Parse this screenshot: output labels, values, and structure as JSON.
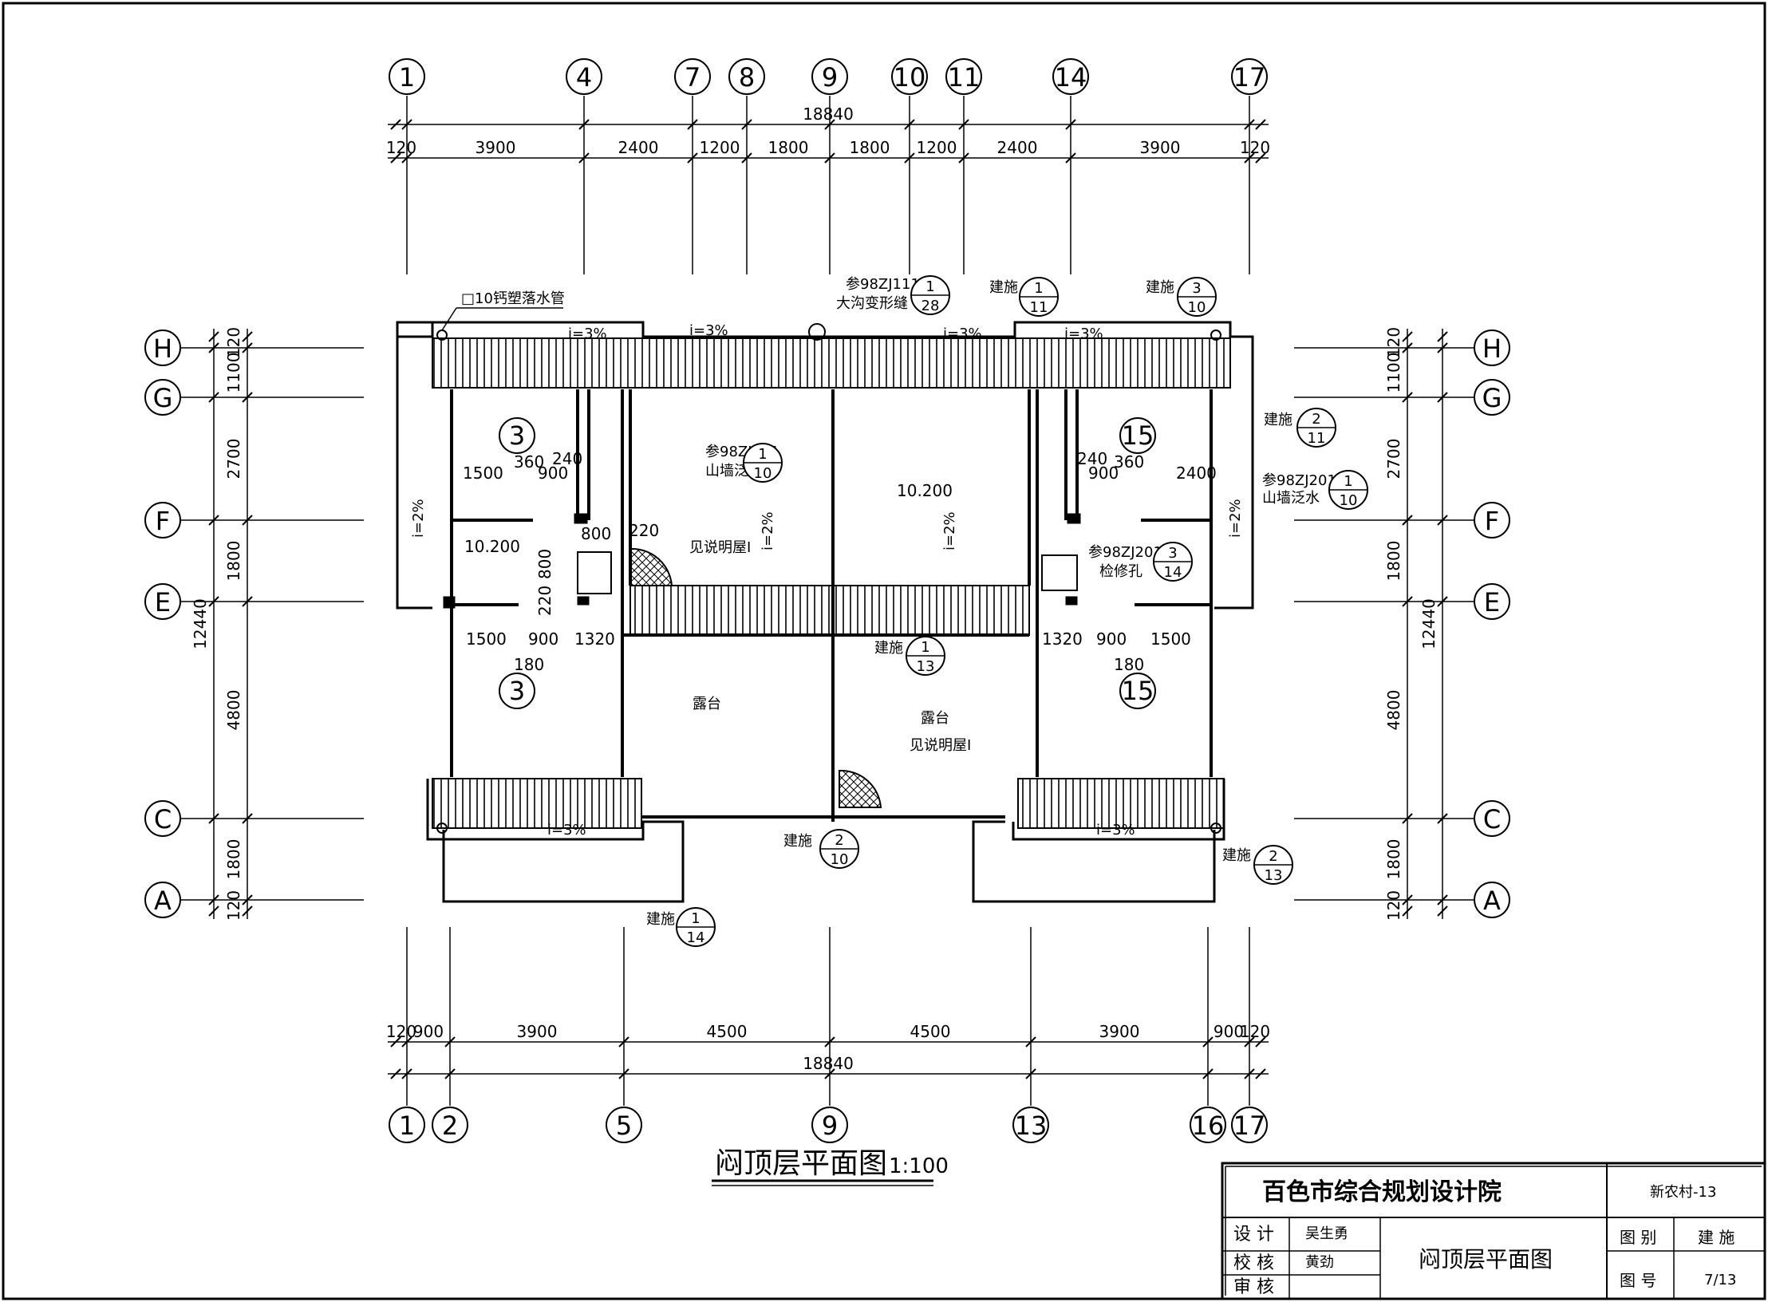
{
  "axes_top": [
    "1",
    "4",
    "7",
    "8",
    "9",
    "10",
    "11",
    "14",
    "17"
  ],
  "axes_bottom": [
    "1",
    "2",
    "5",
    "9",
    "13",
    "16",
    "17"
  ],
  "axes_rows": [
    "H",
    "G",
    "F",
    "E",
    "C",
    "A"
  ],
  "dims_top": {
    "total": "18840",
    "segments": [
      "120",
      "3900",
      "2400",
      "1200",
      "1800",
      "1800",
      "1200",
      "2400",
      "3900",
      "120"
    ]
  },
  "dims_bottom": {
    "total": "18840",
    "segments": [
      "120",
      "900",
      "3900",
      "4500",
      "4500",
      "3900",
      "900",
      "120"
    ]
  },
  "dims_left": {
    "total": "12440",
    "segments": [
      "120",
      "1100",
      "2700",
      "1800",
      "4800",
      "1800",
      "120"
    ]
  },
  "dims_right": {
    "total": "12440",
    "segments": [
      "120",
      "1100",
      "2700",
      "1800",
      "4800",
      "1800",
      "120"
    ]
  },
  "inner_dims": {
    "l_upper": [
      "1500",
      "360",
      "900",
      "240"
    ],
    "l_mid": [
      "800",
      "220",
      "800",
      "220"
    ],
    "l_lower": [
      "1500",
      "900",
      "1320",
      "180"
    ],
    "r_upper": [
      "240",
      "360",
      "900",
      "2400"
    ],
    "r_lower": [
      "1320",
      "900",
      "1500",
      "180"
    ]
  },
  "labels": {
    "downpipe": "□10钙塑落水管",
    "slope3": "i=3%",
    "slope2": "i=2%",
    "level": "10.200",
    "terrace": "露台",
    "see_note": "见说明屋Ⅰ",
    "gable_flash_ref": "参98ZJ201",
    "gable_flash": "山墙泛水",
    "gutter_ref": "参98ZJ111",
    "gutter": "大沟变形缝",
    "hatch_ref": "参98ZJ201",
    "hatch": "检修孔",
    "jianshi": "建施"
  },
  "detail_refs": [
    {
      "top": "1",
      "bottom": "28"
    },
    {
      "top": "1",
      "bottom": "11"
    },
    {
      "top": "3",
      "bottom": "10"
    },
    {
      "top": "2",
      "bottom": "11"
    },
    {
      "top": "1",
      "bottom": "10"
    },
    {
      "top": "1",
      "bottom": "10"
    },
    {
      "top": "3",
      "bottom": "14"
    },
    {
      "top": "1",
      "bottom": "13"
    },
    {
      "top": "2",
      "bottom": "10"
    },
    {
      "top": "2",
      "bottom": "13"
    },
    {
      "top": "1",
      "bottom": "14"
    }
  ],
  "section_marks": [
    "3",
    "3",
    "15",
    "15"
  ],
  "title": {
    "main": "闷顶层平面图",
    "scale": "1:100"
  },
  "title_block": {
    "institute": "百色市综合规划设计院",
    "project": "新农村-13",
    "design_label": "设 计",
    "designer": "吴生勇",
    "check_label": "校 核",
    "checker": "黄劲",
    "review_label": "审 核",
    "drawing_name": "闷顶层平面图",
    "category_label": "图 别",
    "category": "建 施",
    "number_label": "图 号",
    "number": "7/13"
  }
}
